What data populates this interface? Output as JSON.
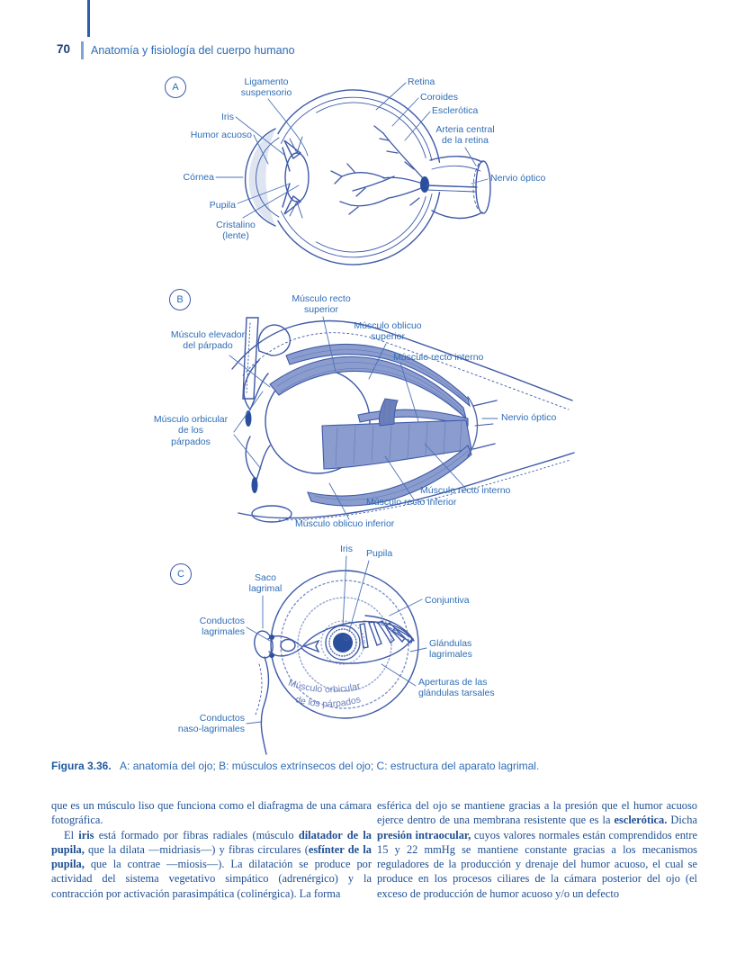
{
  "page": {
    "number": "70",
    "title": "Anatomía y fisiología del cuerpo humano"
  },
  "figure": {
    "caption_label": "Figura 3.36.",
    "caption_text": "A: anatomía del ojo; B: músculos extrínsecos del ojo; C: estructura del aparato lagrimal.",
    "panel_a": {
      "letter": "A",
      "labels": {
        "ligamento": "Ligamento\nsuspensorio",
        "iris": "Iris",
        "humor": "Humor acuoso",
        "cornea": "Córnea",
        "pupila": "Pupila",
        "cristalino": "Cristalino\n(lente)",
        "retina": "Retina",
        "coroides": "Coroides",
        "esclerotica": "Esclerótica",
        "arteria": "Arteria central\nde la retina",
        "nervio": "Nervio óptico"
      }
    },
    "panel_b": {
      "letter": "B",
      "labels": {
        "recto_superior": "Músculo recto\nsuperior",
        "oblicuo_superior": "Músculo oblicuo\nsuperior",
        "recto_interno_sup": "Músculo recto interno",
        "elevador": "Músculo elevador\ndel párpado",
        "orbicular": "Músculo orbicular\nde los\npárpados",
        "nervio": "Nervio óptico",
        "recto_interno_inf": "Músculo recto interno",
        "recto_inferior": "Músculo recto inferior",
        "oblicuo_inferior": "Músculo oblicuo inferior"
      }
    },
    "panel_c": {
      "letter": "C",
      "labels": {
        "iris": "Iris",
        "pupila": "Pupila",
        "saco": "Saco\nlagrimal",
        "conductos_lagrimales": "Conductos\nlagrimales",
        "conjuntiva": "Conjuntiva",
        "glandulas": "Glándulas\nlagrimales",
        "aperturas": "Aperturas de las\nglándulas tarsales",
        "conductos_naso": "Conductos\nnaso-lagrimales",
        "curved_text_1": "Músculo orbicular",
        "curved_text_2": "de los párpados"
      }
    }
  },
  "body": {
    "left": [
      [
        {
          "t": "que es un músculo liso que funciona como el diafragma de una cámara fotográfica.",
          "b": false
        }
      ],
      [
        {
          "t": "El ",
          "b": false
        },
        {
          "t": "iris",
          "b": true
        },
        {
          "t": " está formado por fibras radiales (músculo ",
          "b": false
        },
        {
          "t": "dilatador de la pupila,",
          "b": true
        },
        {
          "t": " que la dilata —midriasis—) y fibras circulares (",
          "b": false
        },
        {
          "t": "esfínter de la pupila,",
          "b": true
        },
        {
          "t": " que la contrae —miosis—). La dilatación se produce por actividad del sistema vegetativo simpático (adrenérgico) y la contracción por activación parasimpática (colinérgica). La forma",
          "b": false
        }
      ]
    ],
    "right": [
      [
        {
          "t": "esférica del ojo se mantiene gracias a la presión que el humor acuoso ejerce dentro de una membrana resistente que es la ",
          "b": false
        },
        {
          "t": "esclerótica.",
          "b": true
        },
        {
          "t": " Dicha ",
          "b": false
        },
        {
          "t": "presión intraocular,",
          "b": true
        },
        {
          "t": " cuyos valores normales están comprendidos entre 15 y 22 mmHg se mantiene constante gracias a los mecanismos reguladores de la producción y drenaje del humor acuoso, el cual se produce en los procesos ciliares de la cámara posterior del ojo (el exceso de producción de humor acuoso y/o un defecto",
          "b": false
        }
      ]
    ]
  },
  "colors": {
    "accent": "#2e6db6",
    "art_stroke": "#3e59a7",
    "dark_fill": "#2a4f9c",
    "body_text": "#1e4f93"
  }
}
